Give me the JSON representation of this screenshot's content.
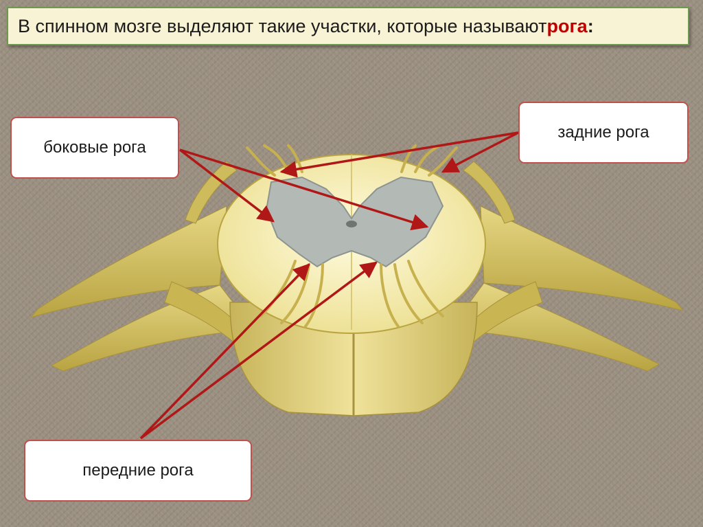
{
  "title": {
    "text": "В спинном мозге выделяют такие участки, которые называют ",
    "accent": "рога",
    "colon": ":"
  },
  "labels": {
    "lateral_horns": "боковые рога",
    "posterior_horns": "задние рога",
    "anterior_horns": "передние рога"
  },
  "colors": {
    "arrow": "#b01818",
    "box_border": "#c0504d",
    "title_accent": "#c00000",
    "title_border": "#6e9a4f",
    "white_matter": "#f4eba5",
    "gray_matter": "#b3b9b5",
    "nerve": "#cbb855"
  }
}
